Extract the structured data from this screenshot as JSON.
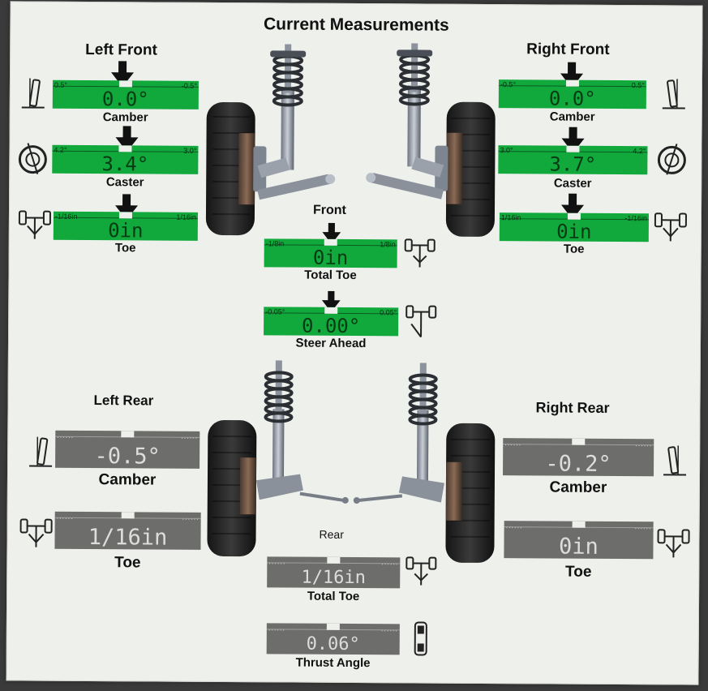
{
  "title": "Current Measurements",
  "colors": {
    "in_spec": "#11a83c",
    "reading_only": "#6d6d6b",
    "sheet": "#eef0ec"
  },
  "front": {
    "label": "Front",
    "left": {
      "heading": "Left Front",
      "camber": {
        "label": "Camber",
        "value": "0.0°",
        "range_left": "0.5°",
        "range_right": "-0.5°"
      },
      "caster": {
        "label": "Caster",
        "value": "3.4°",
        "range_left": "4.2°",
        "range_right": "3.0°"
      },
      "toe": {
        "label": "Toe",
        "value": "0in",
        "range_left": "-1/16in",
        "range_right": "1/16in"
      }
    },
    "right": {
      "heading": "Right Front",
      "camber": {
        "label": "Camber",
        "value": "0.0°",
        "range_left": "-0.5°",
        "range_right": "0.5°"
      },
      "caster": {
        "label": "Caster",
        "value": "3.7°",
        "range_left": "3.0°",
        "range_right": "4.2°"
      },
      "toe": {
        "label": "Toe",
        "value": "0in",
        "range_left": "1/16in",
        "range_right": "-1/16in"
      }
    },
    "total_toe": {
      "label": "Total Toe",
      "value": "0in",
      "range_left": "-1/8in",
      "range_right": "1/8in"
    },
    "steer_ahead": {
      "label": "Steer Ahead",
      "value": "0.00°",
      "range_left": "-0.05°",
      "range_right": "0.05°"
    }
  },
  "rear": {
    "label": "Rear",
    "left": {
      "heading": "Left Rear",
      "camber": {
        "label": "Camber",
        "value": "-0.5°"
      },
      "toe": {
        "label": "Toe",
        "value": "1/16in"
      }
    },
    "right": {
      "heading": "Right Rear",
      "camber": {
        "label": "Camber",
        "value": "-0.2°"
      },
      "toe": {
        "label": "Toe",
        "value": "0in"
      }
    },
    "total_toe": {
      "label": "Total Toe",
      "value": "1/16in"
    },
    "thrust_angle": {
      "label": "Thrust Angle",
      "value": "0.06°"
    }
  },
  "gray_range_placeholder": "......",
  "icons": {
    "camber": "camber-icon",
    "caster": "caster-icon",
    "toe": "toe-icon",
    "total_toe": "total-toe-icon",
    "steer_ahead": "steer-ahead-icon",
    "thrust_angle": "thrust-angle-icon",
    "indicator": "down-arrow-icon"
  }
}
